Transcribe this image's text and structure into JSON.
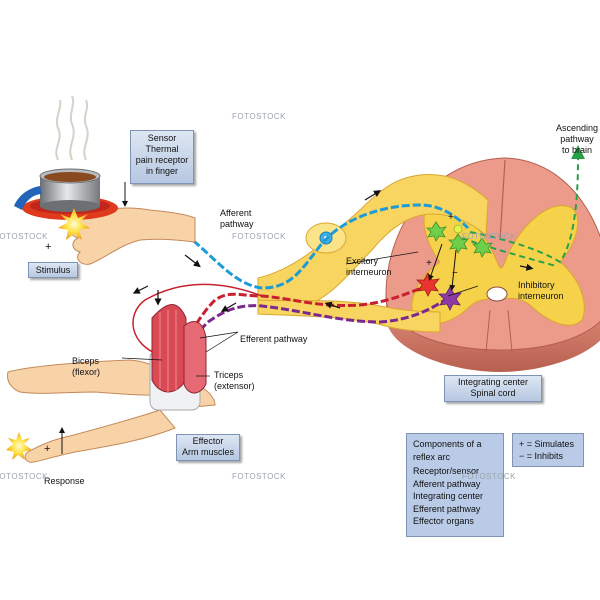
{
  "labels": {
    "sensor": [
      "Sensor",
      "Thermal",
      "pain receptor",
      "in finger"
    ],
    "stimulus": "Stimulus",
    "afferent": [
      "Afferent",
      "pathway"
    ],
    "ascending": [
      "Ascending",
      "pathway",
      "to brain"
    ],
    "excitory": [
      "Excitory",
      "interneuron"
    ],
    "inhibitory": [
      "Inhibitory",
      "interneuron"
    ],
    "efferent": "Efferent pathway",
    "biceps": [
      "Biceps",
      "(flexor)"
    ],
    "triceps": [
      "Triceps",
      "(extensor)"
    ],
    "effector": [
      "Effector",
      "Arm muscles"
    ],
    "response": "Response",
    "integrating": [
      "Integrating center",
      "Spinal cord"
    ],
    "plus_stimulus": "+",
    "plus_response": "+",
    "cord_plus_1": "+",
    "cord_plus_2": "+",
    "cord_minus": "−"
  },
  "legend": {
    "items": [
      "Components of a",
      "reflex arc",
      "Receptor/sensor",
      "Afferent pathway",
      "Integrating center",
      "Efferent pathway",
      "Effector organs"
    ]
  },
  "key": {
    "items": [
      "+ = Simulates",
      "− = Inhibits"
    ]
  },
  "watermarks": [
    "FOTOSTOCK",
    "FOTOSTOCK",
    "FOTOSTOCK",
    "FOTOSTOCK",
    "FOTOSTOCK",
    "FOTOSTOCK",
    "FOTOSTOCK"
  ],
  "colors": {
    "cord_outer": "#ec9b8a",
    "grey_matter": "#f6d24b",
    "nerve": "#f8d560",
    "afferent_neuron": "#1c9bd6",
    "efferent_red": "#c8202e",
    "efferent_purple": "#7b2a8c",
    "ascending": "#27a04a",
    "muscle": "#d94a55",
    "skin": "#f8d3a8",
    "box_fill": "#c8d6ec"
  },
  "icons": [
    "pot-icon",
    "flame-icon",
    "stimulus-burst-icon",
    "response-burst-icon",
    "spinal-cord-icon",
    "arm-muscle-icon"
  ]
}
